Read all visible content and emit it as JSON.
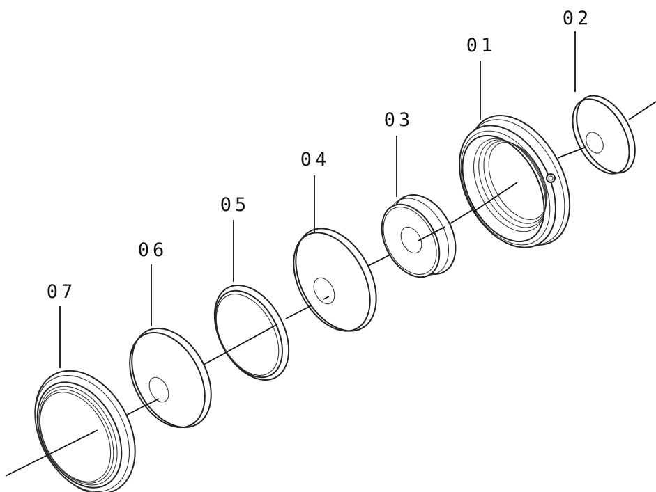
{
  "labels": {
    "part_01": "01",
    "part_02": "02",
    "part_03": "03",
    "part_04": "04",
    "part_05": "05",
    "part_06": "06",
    "part_07": "07"
  }
}
